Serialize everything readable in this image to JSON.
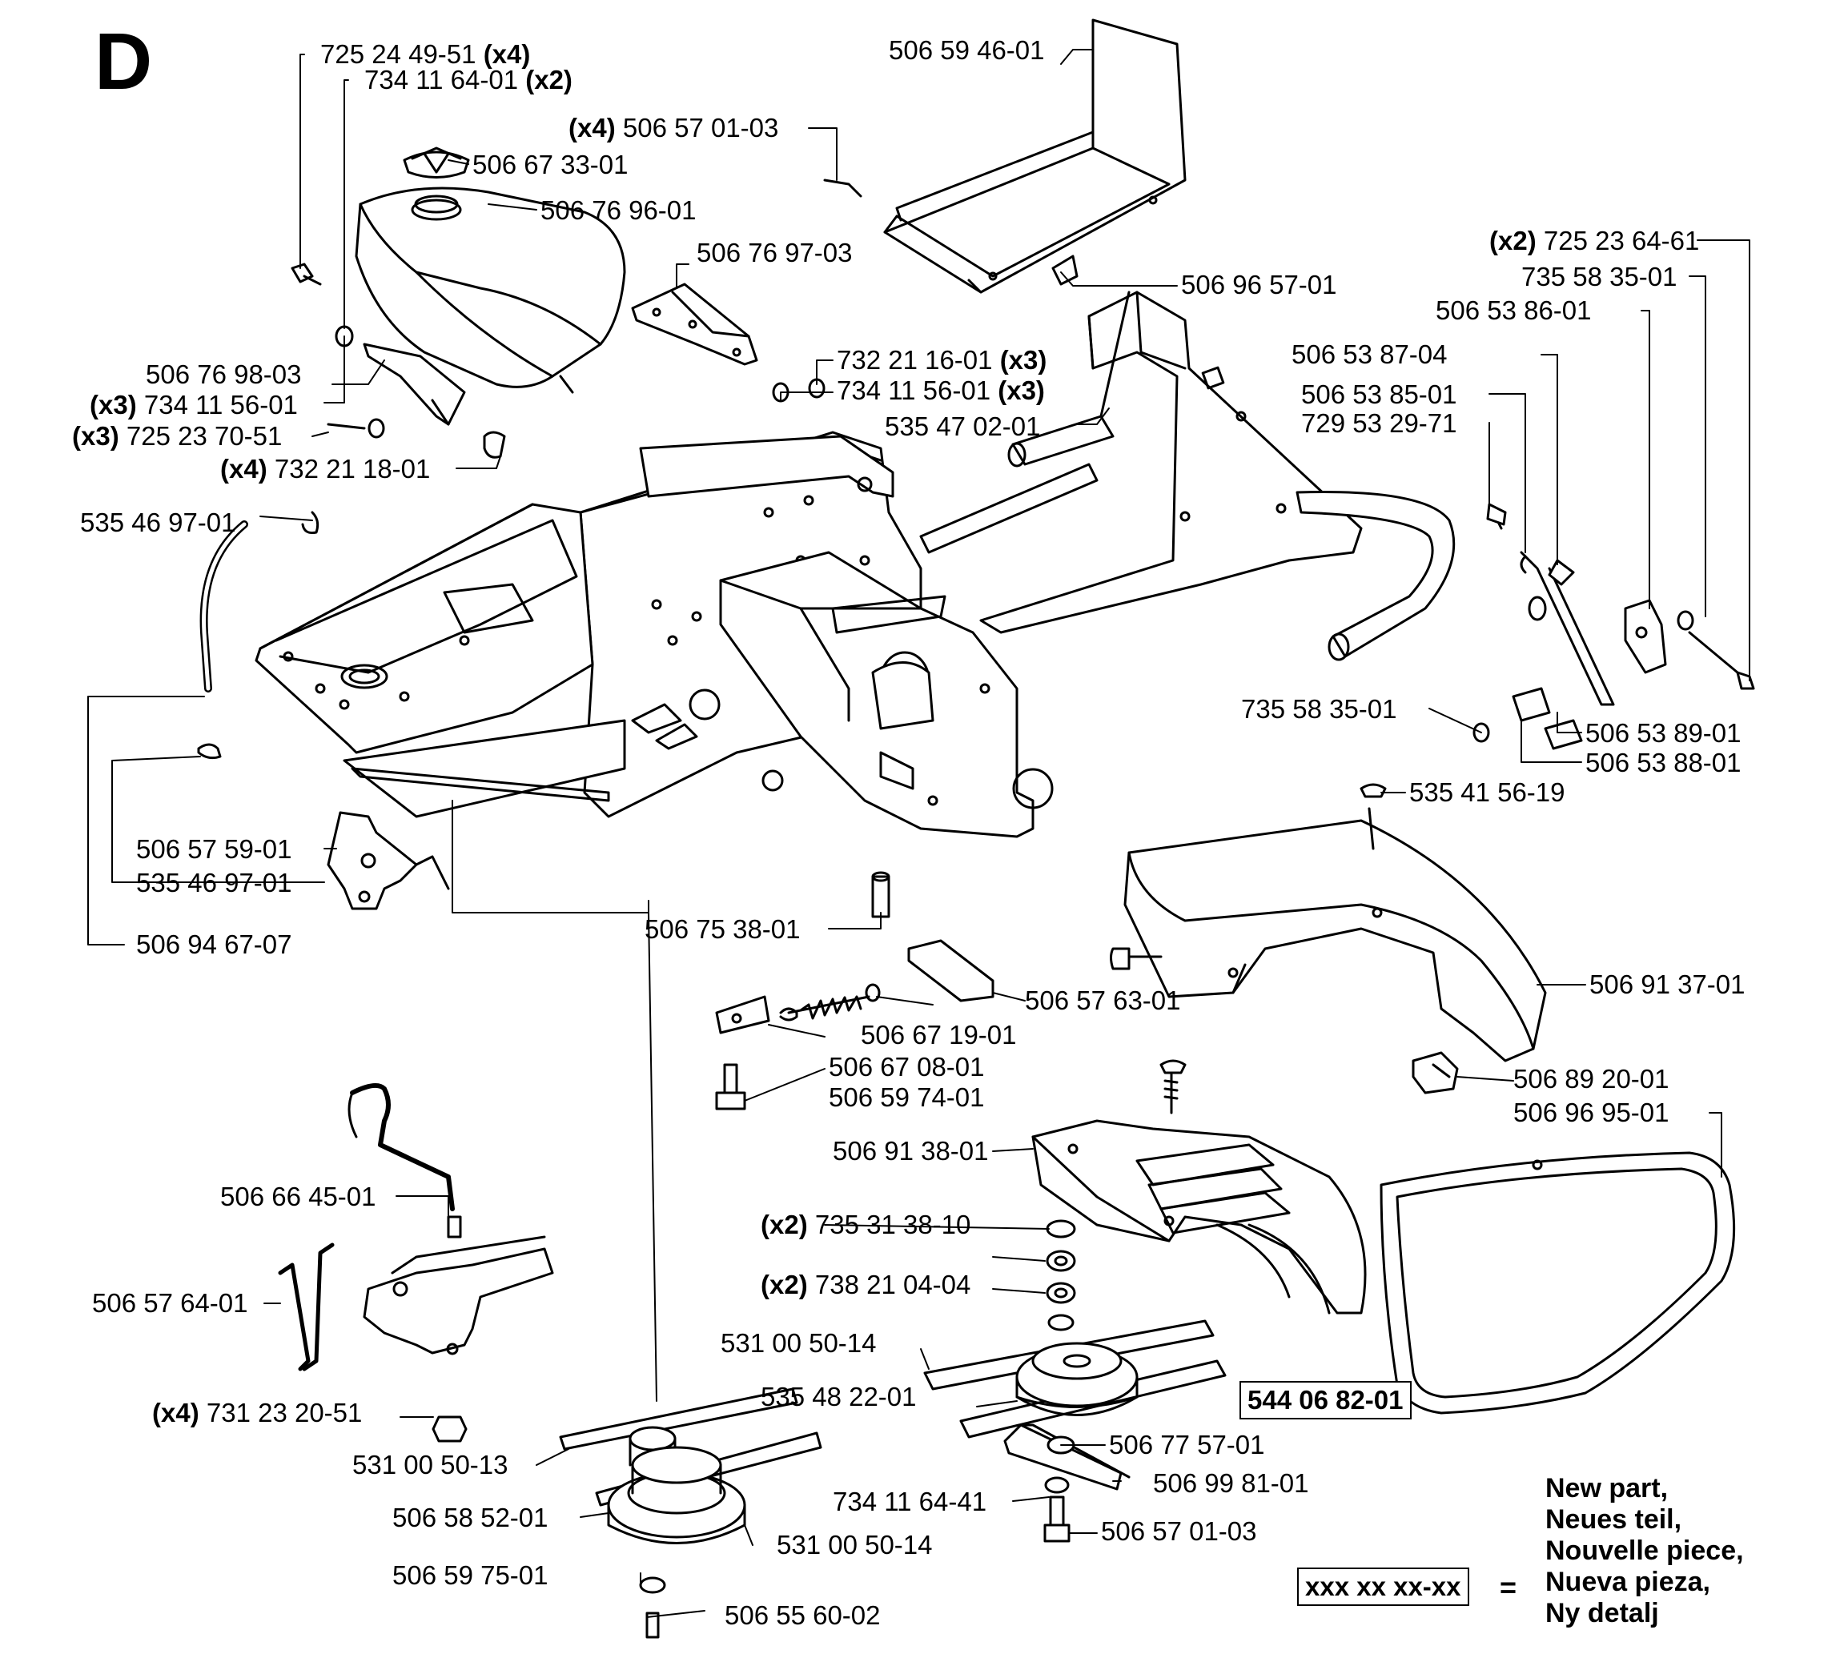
{
  "section_letter": "D",
  "callouts": [
    {
      "id": "c1",
      "prefix": "",
      "number": "725 24 49-51",
      "suffix": "(x4)"
    },
    {
      "id": "c2",
      "prefix": "",
      "number": "734 11 64-01",
      "suffix": "(x2)"
    },
    {
      "id": "c3",
      "prefix": "",
      "number": "506 67 33-01",
      "suffix": ""
    },
    {
      "id": "c4",
      "prefix": "",
      "number": "506 76 96-01",
      "suffix": ""
    },
    {
      "id": "c5",
      "prefix": "(x4)",
      "number": "506 57 01-03",
      "suffix": ""
    },
    {
      "id": "c6",
      "prefix": "",
      "number": "506 59 46-01",
      "suffix": ""
    },
    {
      "id": "c7",
      "prefix": "",
      "number": "506 76 97-03",
      "suffix": ""
    },
    {
      "id": "c8",
      "prefix": "",
      "number": "506 96 57-01",
      "suffix": ""
    },
    {
      "id": "c9",
      "prefix": "",
      "number": "732 21 16-01",
      "suffix": "(x3)"
    },
    {
      "id": "c10",
      "prefix": "",
      "number": "734 11 56-01",
      "suffix": "(x3)"
    },
    {
      "id": "c11",
      "prefix": "",
      "number": "535 47 02-01",
      "suffix": ""
    },
    {
      "id": "c12",
      "prefix": "",
      "number": "506 76 98-03",
      "suffix": ""
    },
    {
      "id": "c13",
      "prefix": "(x3)",
      "number": "734 11 56-01",
      "suffix": ""
    },
    {
      "id": "c14",
      "prefix": "(x3)",
      "number": "725 23 70-51",
      "suffix": ""
    },
    {
      "id": "c15",
      "prefix": "(x4)",
      "number": "732 21 18-01",
      "suffix": ""
    },
    {
      "id": "c16",
      "prefix": "",
      "number": "535 46 97-01",
      "suffix": ""
    },
    {
      "id": "c17",
      "prefix": "(x2)",
      "number": "725 23 64-61",
      "suffix": ""
    },
    {
      "id": "c18",
      "prefix": "",
      "number": "735 58 35-01",
      "suffix": ""
    },
    {
      "id": "c19",
      "prefix": "",
      "number": "506 53 86-01",
      "suffix": ""
    },
    {
      "id": "c20",
      "prefix": "",
      "number": "506 53 87-04",
      "suffix": ""
    },
    {
      "id": "c21",
      "prefix": "",
      "number": "506 53 85-01",
      "suffix": ""
    },
    {
      "id": "c22",
      "prefix": "",
      "number": "729 53 29-71",
      "suffix": ""
    },
    {
      "id": "c23",
      "prefix": "",
      "number": "735 58 35-01",
      "suffix": ""
    },
    {
      "id": "c24",
      "prefix": "",
      "number": "506 53 89-01",
      "suffix": ""
    },
    {
      "id": "c25",
      "prefix": "",
      "number": "506 53 88-01",
      "suffix": ""
    },
    {
      "id": "c26",
      "prefix": "",
      "number": "535 41 56-19",
      "suffix": ""
    },
    {
      "id": "c27",
      "prefix": "",
      "number": "506 57 59-01",
      "suffix": ""
    },
    {
      "id": "c28",
      "prefix": "",
      "number": "535 46 97-01",
      "suffix": ""
    },
    {
      "id": "c29",
      "prefix": "",
      "number": "506 94 67-07",
      "suffix": ""
    },
    {
      "id": "c30",
      "prefix": "",
      "number": "506 75 38-01",
      "suffix": ""
    },
    {
      "id": "c31",
      "prefix": "",
      "number": "506 57 63-01",
      "suffix": ""
    },
    {
      "id": "c32",
      "prefix": "",
      "number": "506 91 37-01",
      "suffix": ""
    },
    {
      "id": "c33",
      "prefix": "",
      "number": "506 67 19-01",
      "suffix": ""
    },
    {
      "id": "c34",
      "prefix": "",
      "number": "506 67 08-01",
      "suffix": ""
    },
    {
      "id": "c35",
      "prefix": "",
      "number": "506 59 74-01",
      "suffix": ""
    },
    {
      "id": "c36",
      "prefix": "",
      "number": "506 89 20-01",
      "suffix": ""
    },
    {
      "id": "c37",
      "prefix": "",
      "number": "506 96 95-01",
      "suffix": ""
    },
    {
      "id": "c38",
      "prefix": "",
      "number": "506 91 38-01",
      "suffix": ""
    },
    {
      "id": "c39",
      "prefix": "",
      "number": "506 66 45-01",
      "suffix": ""
    },
    {
      "id": "c40",
      "prefix": "(x2)",
      "number": "735 31 38-10",
      "suffix": ""
    },
    {
      "id": "c41",
      "prefix": "(x2)",
      "number": "738 21 04-04",
      "suffix": ""
    },
    {
      "id": "c42",
      "prefix": "",
      "number": "506 57 64-01",
      "suffix": ""
    },
    {
      "id": "c43",
      "prefix": "",
      "number": "531 00 50-14",
      "suffix": ""
    },
    {
      "id": "c44",
      "prefix": "",
      "number": "535 48 22-01",
      "suffix": ""
    },
    {
      "id": "c45",
      "prefix": "(x4)",
      "number": "731 23 20-51",
      "suffix": ""
    },
    {
      "id": "c46",
      "prefix": "",
      "number": "506 77 57-01",
      "suffix": ""
    },
    {
      "id": "c47",
      "prefix": "",
      "number": "531 00 50-13",
      "suffix": ""
    },
    {
      "id": "c48",
      "prefix": "",
      "number": "506 99 81-01",
      "suffix": ""
    },
    {
      "id": "c49",
      "prefix": "",
      "number": "506 58 52-01",
      "suffix": ""
    },
    {
      "id": "c50",
      "prefix": "",
      "number": "734 11 64-41",
      "suffix": ""
    },
    {
      "id": "c51",
      "prefix": "",
      "number": "531 00 50-14",
      "suffix": ""
    },
    {
      "id": "c52",
      "prefix": "",
      "number": "506 57 01-03",
      "suffix": ""
    },
    {
      "id": "c53",
      "prefix": "",
      "number": "506 59 75-01",
      "suffix": ""
    },
    {
      "id": "c54",
      "prefix": "",
      "number": "506 55 60-02",
      "suffix": ""
    }
  ],
  "new_part_number": "544 06 82-01",
  "legend": {
    "placeholder": "xxx xx xx-xx",
    "equals": "=",
    "lines": [
      "New part,",
      "Neues teil,",
      "Nouvelle piece,",
      "Nueva pieza,",
      "Ny detalj"
    ]
  }
}
